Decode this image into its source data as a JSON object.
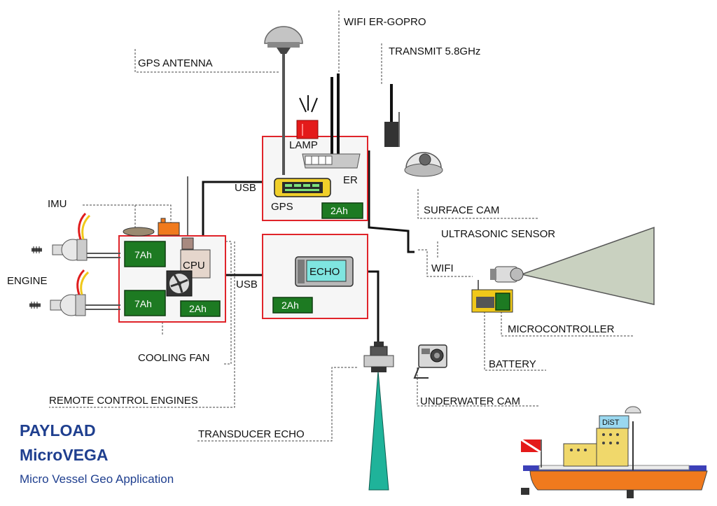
{
  "labels": {
    "gps_antenna": "GPS ANTENNA",
    "wifi_er_gopro": "WIFI ER-GOPRO",
    "transmit": "TRANSMIT 5.8GHz",
    "lamp": "LAMP",
    "er": "ER",
    "usb_top": "USB",
    "gps": "GPS",
    "surface_cam": "SURFACE CAM",
    "ultrasonic_sensor": "ULTRASONIC SENSOR",
    "imu": "IMU",
    "engine": "ENGINE",
    "cpu": "CPU",
    "usb_bottom": "USB",
    "echo": "ECHO",
    "wifi": "WIFI",
    "microcontroller": "MICROCONTROLLER",
    "battery": "BATTERY",
    "cooling_fan": "COOLING FAN",
    "remote_control_engines": "REMOTE CONTROL ENGINES",
    "transducer_echo": "TRANSDUCER ECHO",
    "underwater_cam": "UNDERWATER CAM",
    "dist": "DiST"
  },
  "batteries": {
    "gps_box": "2Ah",
    "main_top": "7Ah",
    "main_bottom": "7Ah",
    "main_small": "2Ah",
    "echo_box": "2Ah"
  },
  "title": {
    "line1": "PAYLOAD",
    "line2": "MicroVEGA",
    "line3": "Micro Vessel Geo Application"
  },
  "colors": {
    "box_border": "#e0242a",
    "battery": "#1d7a22",
    "title": "#1f3f8f",
    "beam_sonar": "#1fb39a",
    "beam_ultrasonic": "#c9d1c0"
  }
}
